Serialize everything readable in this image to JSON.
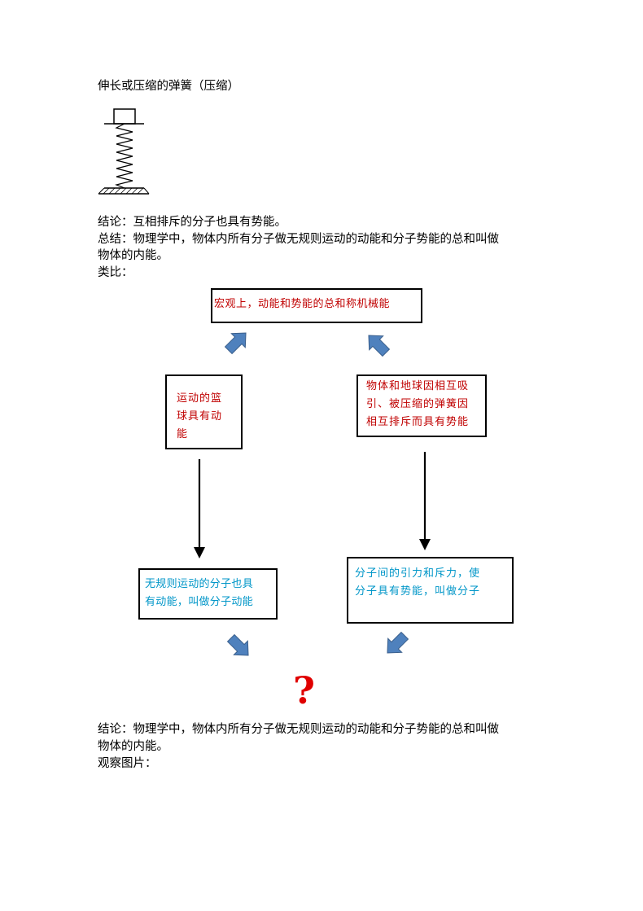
{
  "text": {
    "heading": "伸长或压缩的弹簧（压缩）",
    "conclusion1": "结论：互相排斥的分子也具有势能。",
    "summary_line1": "总结：物理学中，物体内所有分子做无规则运动的动能和分子势能的总和叫做",
    "summary_line2": "物体的内能。",
    "analogy": "类比：",
    "conclusion2_line1": "结论：物理学中，物体内所有分子做无规则运动的动能和分子势能的总和叫做",
    "conclusion2_line2": "物体的内能。",
    "observe": "观察图片："
  },
  "diagram": {
    "top_box": "宏观上，动能和势能的总和称机械能",
    "left_box": [
      "运动的篮",
      "球具有动",
      "能"
    ],
    "right_box": [
      "物体和地球因相互吸",
      "引、被压缩的弹簧因",
      "相互排斥而具有势能"
    ],
    "bottom_left_box": [
      "无规则运动的分子也具",
      "有动能，叫做分子动能"
    ],
    "bottom_right_box": [
      "分子间的引力和斥力，使",
      "分子具有势能，叫做分子"
    ],
    "question_mark": "?"
  },
  "colors": {
    "red_text": "#c00000",
    "cyan_text": "#0096c8",
    "arrow_blue": "#4f81bd",
    "question": "#e00000"
  }
}
